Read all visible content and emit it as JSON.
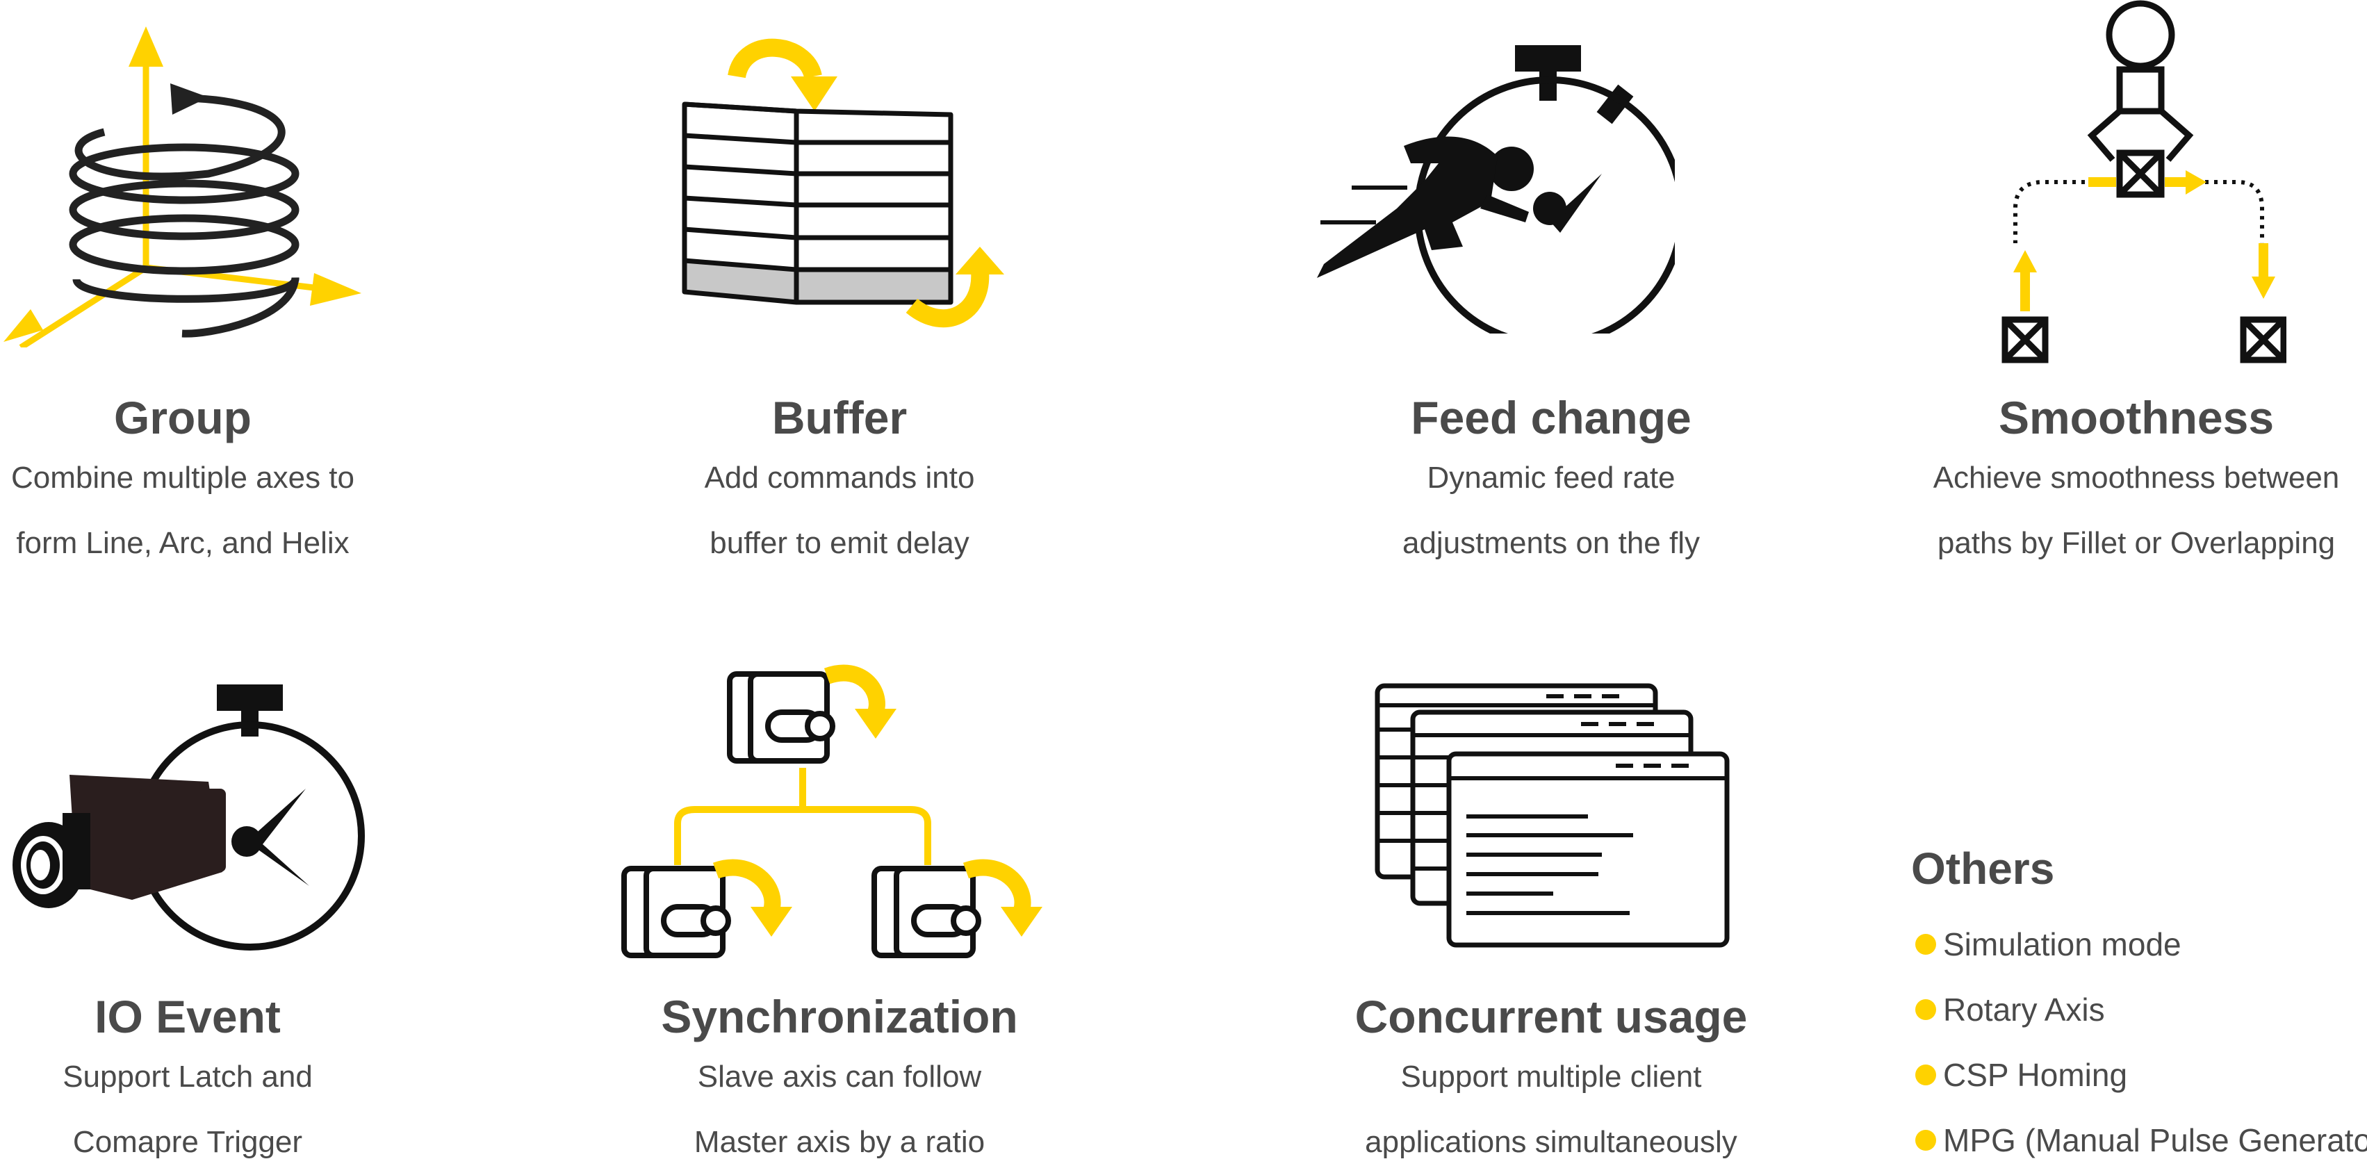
{
  "accent_color": "#ffd200",
  "ink_color": "#111111",
  "text_color": "#4a4a4a",
  "features": [
    {
      "icon": "helix-axes-icon",
      "title": "Group",
      "lines": [
        "Combine multiple axes to",
        "form Line, Arc, and Helix"
      ]
    },
    {
      "icon": "buffer-stack-icon",
      "title": "Buffer",
      "lines": [
        "Add commands into",
        "buffer to emit delay"
      ]
    },
    {
      "icon": "stopwatch-runner-icon",
      "title": "Feed change",
      "lines": [
        "Dynamic feed rate",
        "adjustments on the fly"
      ]
    },
    {
      "icon": "robot-gripper-icon",
      "title": "Smoothness",
      "lines": [
        "Achieve smoothness between",
        "paths by Fillet or Overlapping"
      ]
    },
    {
      "icon": "camera-timer-icon",
      "title": "IO Event",
      "lines": [
        "Support Latch and",
        "Comapre Trigger"
      ]
    },
    {
      "icon": "motor-tree-icon",
      "title": "Synchronization",
      "lines": [
        "Slave axis can follow",
        "Master axis by a ratio"
      ]
    },
    {
      "icon": "stacked-windows-icon",
      "title": "Concurrent usage",
      "lines": [
        "Support multiple client",
        "applications simultaneously"
      ]
    }
  ],
  "others": {
    "title": "Others",
    "items": [
      "Simulation mode",
      "Rotary Axis",
      "CSP Homing",
      "MPG (Manual Pulse Generator)"
    ]
  }
}
